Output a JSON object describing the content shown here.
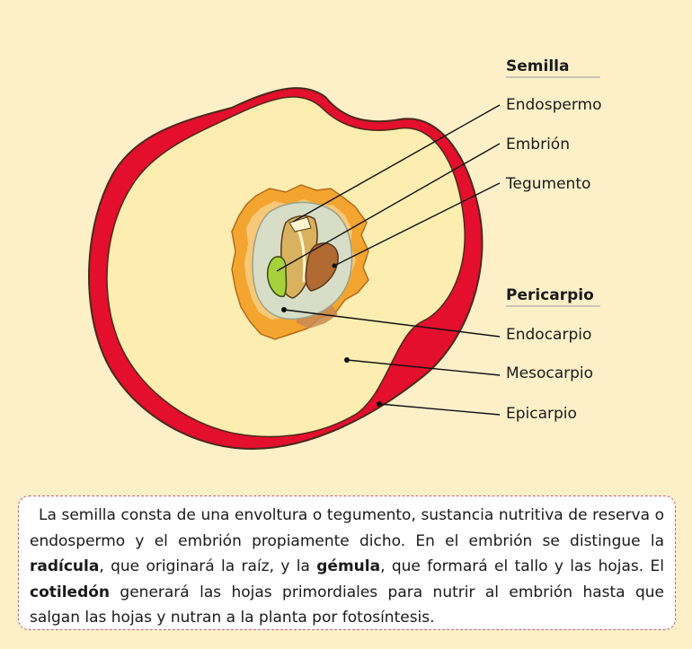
{
  "diagram": {
    "semilla_header": "Semilla",
    "semilla_labels": [
      "Endospermo",
      "Embrión",
      "Tegumento"
    ],
    "pericarpio_header": "Pericarpio",
    "pericarpio_labels": [
      "Endocarpio",
      "Mesocarpio",
      "Epicarpio"
    ],
    "colors": {
      "background": "#fdf0c8",
      "epicarpio": "#e30f2c",
      "mesocarpio": "#fdedb0",
      "endocarpio": "#f3a530",
      "tegumento": "#d7ddc6",
      "endospermo": "#d9b25f",
      "embrion": "#b06a32",
      "radicula": "#a7d13b"
    }
  },
  "caption": {
    "t1": "La semilla consta de una envoltura o tegumento, sustancia nutritiva de reserva o endospermo y el embrión propiamente dicho. En el embrión se distingue la ",
    "b1": "radícula",
    "t2": ", que originará la raíz,  y la ",
    "b2": "gémula",
    "t3": ", que formará el tallo y las hojas. El ",
    "b3": "cotiledón",
    "t4": " generará las hojas primordiales para nutrir al embrión hasta que salgan las hojas y nutran a la planta por fotosíntesis."
  }
}
